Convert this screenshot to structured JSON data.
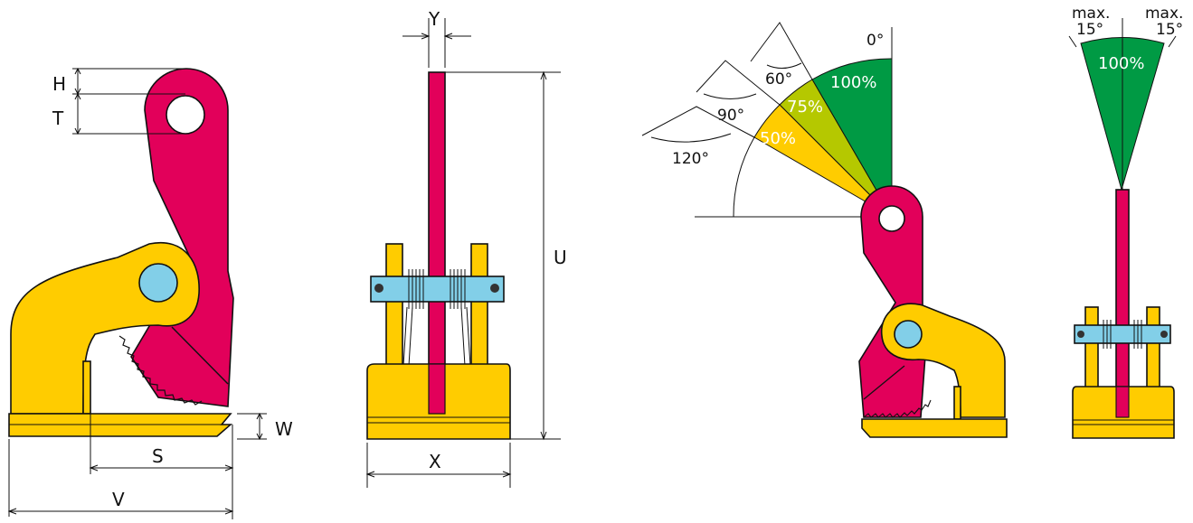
{
  "colors": {
    "jaw_red": "#e2005a",
    "body_yellow": "#ffcc00",
    "pin_blue": "#82cfe8",
    "green": "#009a44",
    "lime": "#b5c800",
    "yellow_sector": "#ffcc00"
  },
  "dimensions": {
    "h": "H",
    "t": "T",
    "s": "S",
    "v": "V",
    "w": "W",
    "x": "X",
    "y": "Y",
    "u": "U"
  },
  "angles": {
    "a0": "0°",
    "a60": "60°",
    "a90": "90°",
    "a120": "120°"
  },
  "capacities": {
    "c100": "100%",
    "c75": "75%",
    "c50": "50%"
  },
  "tilt": {
    "max_left": "max.",
    "deg_left": "15°",
    "max_right": "max.",
    "deg_right": "15°",
    "capacity": "100%"
  }
}
